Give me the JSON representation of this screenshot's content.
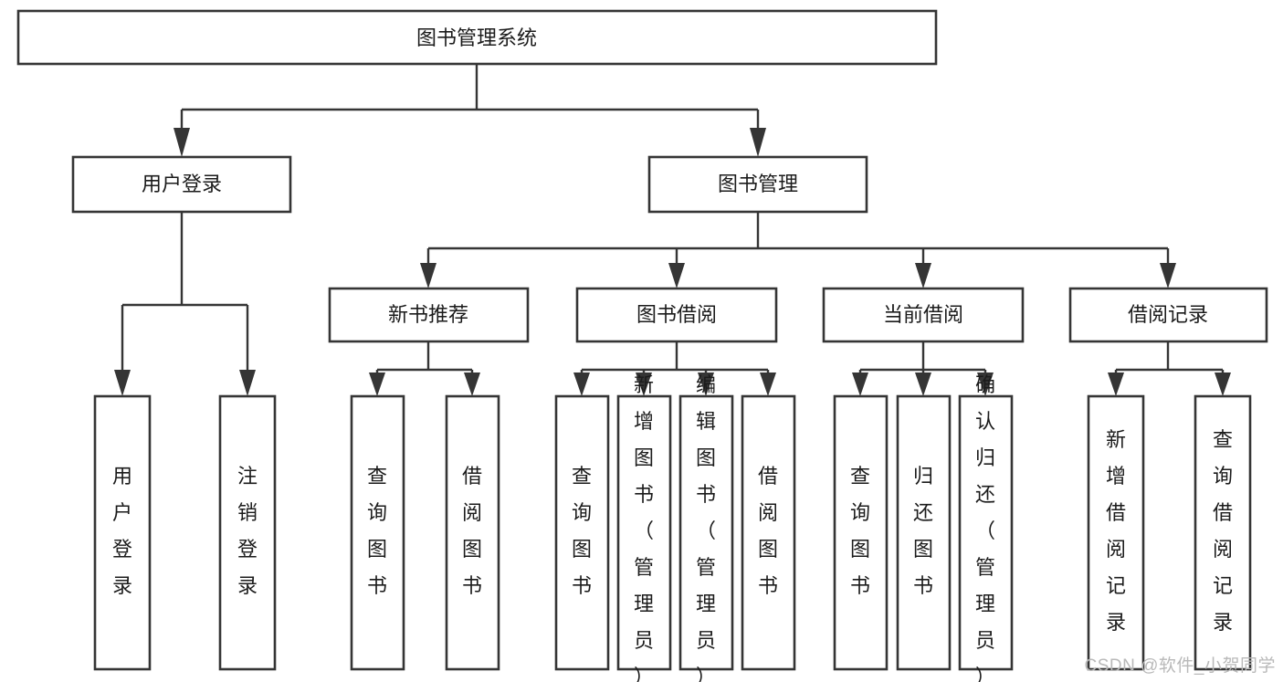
{
  "diagram": {
    "type": "tree-flowchart",
    "title_node": "图书管理系统",
    "colors": {
      "box_stroke": "#353535",
      "box_fill": "#ffffff",
      "text": "#1b1b1b",
      "background": "#ffffff",
      "watermark": "#b9b9b9"
    },
    "levels": {
      "root": [
        "图书管理系统"
      ],
      "level2": [
        "用户登录",
        "图书管理"
      ],
      "level3": [
        "新书推荐",
        "图书借阅",
        "当前借阅",
        "借阅记录"
      ],
      "leaves": [
        "用户登录",
        "注销登录",
        "查询图书",
        "借阅图书",
        "查询图书",
        "新增图书（管理员）",
        "编辑图书（管理员）",
        "借阅图书",
        "查询图书",
        "归还图书",
        "确认归还（管理员）",
        "新增借阅记录",
        "查询借阅记录"
      ]
    },
    "nodes": {
      "root": {
        "label": "图书管理系统"
      },
      "user_login": {
        "label": "用户登录"
      },
      "book_manage": {
        "label": "图书管理"
      },
      "new_book_rec": {
        "label": "新书推荐"
      },
      "book_borrow": {
        "label": "图书借阅"
      },
      "current_borrow": {
        "label": "当前借阅"
      },
      "borrow_record": {
        "label": "借阅记录"
      },
      "leaf_user_login": {
        "label": "用户登录"
      },
      "leaf_logout": {
        "label": "注销登录"
      },
      "leaf_query_book_a": {
        "label": "查询图书"
      },
      "leaf_borrow_book_a": {
        "label": "借阅图书"
      },
      "leaf_query_book_b": {
        "label": "查询图书"
      },
      "leaf_add_book": {
        "label": "新增图书（管理员）"
      },
      "leaf_edit_book": {
        "label": "编辑图书（管理员）"
      },
      "leaf_borrow_book_b": {
        "label": "借阅图书"
      },
      "leaf_query_book_c": {
        "label": "查询图书"
      },
      "leaf_return_book": {
        "label": "归还图书"
      },
      "leaf_confirm_return": {
        "label": "确认归还（管理员）"
      },
      "leaf_add_record": {
        "label": "新增借阅记录"
      },
      "leaf_query_record": {
        "label": "查询借阅记录"
      }
    },
    "edges": [
      {
        "from": "图书管理系统",
        "to": "用户登录"
      },
      {
        "from": "图书管理系统",
        "to": "图书管理"
      },
      {
        "from": "用户登录",
        "to": "用户登录"
      },
      {
        "from": "用户登录",
        "to": "注销登录"
      },
      {
        "from": "图书管理",
        "to": "新书推荐"
      },
      {
        "from": "图书管理",
        "to": "图书借阅"
      },
      {
        "from": "图书管理",
        "to": "当前借阅"
      },
      {
        "from": "图书管理",
        "to": "借阅记录"
      },
      {
        "from": "新书推荐",
        "to": "查询图书"
      },
      {
        "from": "新书推荐",
        "to": "借阅图书"
      },
      {
        "from": "图书借阅",
        "to": "查询图书"
      },
      {
        "from": "图书借阅",
        "to": "新增图书（管理员）"
      },
      {
        "from": "图书借阅",
        "to": "编辑图书（管理员）"
      },
      {
        "from": "图书借阅",
        "to": "借阅图书"
      },
      {
        "from": "当前借阅",
        "to": "查询图书"
      },
      {
        "from": "当前借阅",
        "to": "归还图书"
      },
      {
        "from": "当前借阅",
        "to": "确认归还（管理员）"
      },
      {
        "from": "借阅记录",
        "to": "新增借阅记录"
      },
      {
        "from": "借阅记录",
        "to": "查询借阅记录"
      }
    ]
  },
  "watermark": {
    "text": "CSDN @软件_小贺同学"
  }
}
